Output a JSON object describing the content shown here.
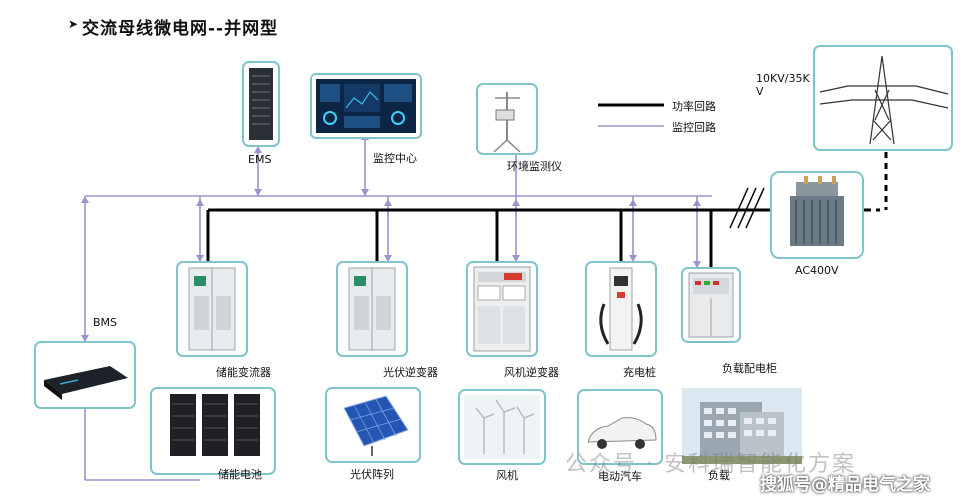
{
  "title": "交流母线微电网--并网型",
  "grid_voltage": "10KV/35K\nV",
  "legend": {
    "power_line": "功率回路",
    "monitor_line": "监控回路"
  },
  "labels": {
    "ems": "EMS",
    "monitor_center": "监控中心",
    "env_monitor": "环境监测仪",
    "transformer": "AC400V",
    "bms": "BMS",
    "storage_converter": "储能变流器",
    "pv_inverter": "光伏逆变器",
    "wind_inverter": "风机逆变器",
    "charging_pile": "充电桩",
    "load_cabinet": "负载配电柜",
    "storage_battery": "储能电池",
    "pv_array": "光伏阵列",
    "wind_turbine": "风机",
    "ev": "电动汽车",
    "load": "负载"
  },
  "watermark": {
    "wechat": "公众号 · 安科瑞智能化方案",
    "sohu": "搜狐号@精品电气之家"
  },
  "colors": {
    "power": "#000000",
    "monitor": "#9b93cc",
    "box_border": "#7fc4ca"
  }
}
